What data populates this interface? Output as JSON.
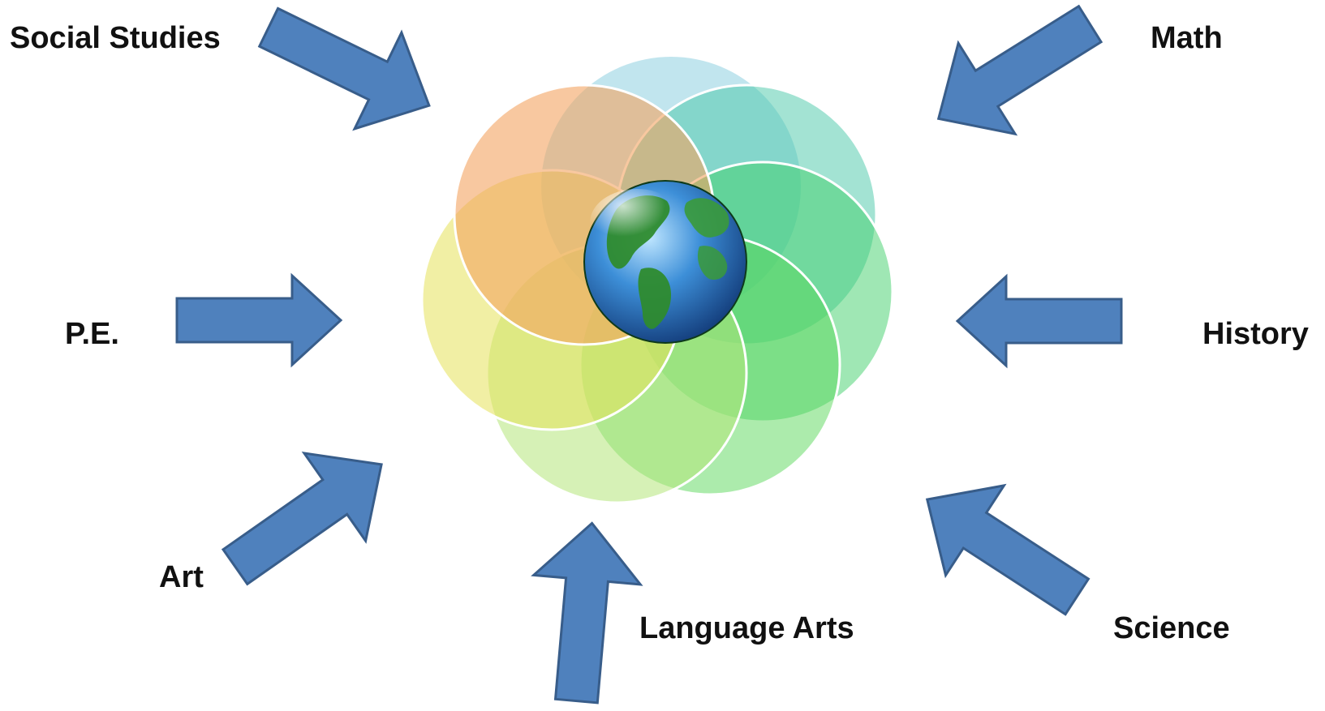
{
  "subjects": {
    "social_studies": "Social Studies",
    "math": "Math",
    "pe": "P.E.",
    "history": "History",
    "art": "Art",
    "language_arts": "Language Arts",
    "science": "Science"
  },
  "colors": {
    "arrow_fill": "#4f81bd",
    "arrow_stroke": "#385d8a",
    "petal_orange": "#f4a460",
    "petal_yellow": "#e6e25a",
    "petal_lightgreen": "#b4e07a",
    "petal_green": "#5ccf6a",
    "petal_teal": "#47c8a8",
    "petal_lightblue": "#8ecfe0",
    "globe_ocean": "#2a6fc0",
    "globe_land": "#2e8b2e"
  },
  "icons": {
    "center": "globe-icon",
    "arrows": "arrow-icon"
  }
}
